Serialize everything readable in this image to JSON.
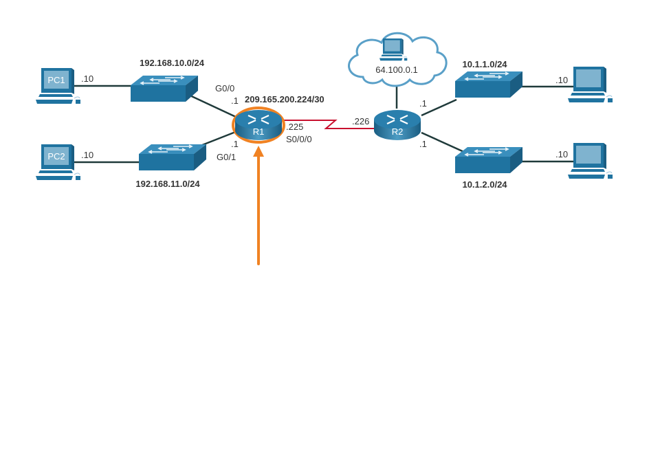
{
  "diagram": {
    "type": "network-topology",
    "colors": {
      "device_blue": "#1f73a0",
      "device_dark": "#1a5d82",
      "device_light": "#7fb3cf",
      "link": "#1f3a3a",
      "serial_link": "#c8102e",
      "highlight": "#f08223",
      "cloud": "#5aa0c8"
    },
    "routers": [
      {
        "id": "R1",
        "label": "R1",
        "highlighted": true
      },
      {
        "id": "R2",
        "label": "R2",
        "highlighted": false
      }
    ],
    "switches": [
      {
        "id": "S1",
        "network": "192.168.10.0/24"
      },
      {
        "id": "S2",
        "network": "192.168.11.0/24"
      },
      {
        "id": "S3",
        "network": "10.1.1.0/24"
      },
      {
        "id": "S4",
        "network": "10.1.2.0/24"
      }
    ],
    "pcs": [
      {
        "id": "PC1",
        "label": "PC1",
        "host": ".10"
      },
      {
        "id": "PC2",
        "label": "PC2",
        "host": ".10"
      },
      {
        "id": "PC3",
        "label": "",
        "host": ".10"
      },
      {
        "id": "PC4",
        "label": "",
        "host": ".10"
      }
    ],
    "cloud": {
      "host_ip": "64.100.0.1"
    },
    "serial_network": "209.165.200.224/30",
    "interfaces": {
      "r1_g00_name": "G0/0",
      "r1_g00_ip": ".1",
      "r1_g01_name": "G0/1",
      "r1_g01_ip": ".1",
      "r1_s000_ip": ".225",
      "r1_s000_name": "S0/0/0",
      "r2_serial_ip": ".226",
      "r2_top_ip": ".1",
      "r2_bottom_ip": ".1"
    },
    "edges": [
      [
        "PC1",
        "S1"
      ],
      [
        "PC2",
        "S2"
      ],
      [
        "S1",
        "R1"
      ],
      [
        "S2",
        "R1"
      ],
      [
        "R1",
        "R2"
      ],
      [
        "R2",
        "Cloud"
      ],
      [
        "R2",
        "S3"
      ],
      [
        "R2",
        "S4"
      ],
      [
        "S3",
        "PC3"
      ],
      [
        "S4",
        "PC4"
      ]
    ],
    "annotation": {
      "type": "arrow",
      "points_to": "R1"
    }
  }
}
